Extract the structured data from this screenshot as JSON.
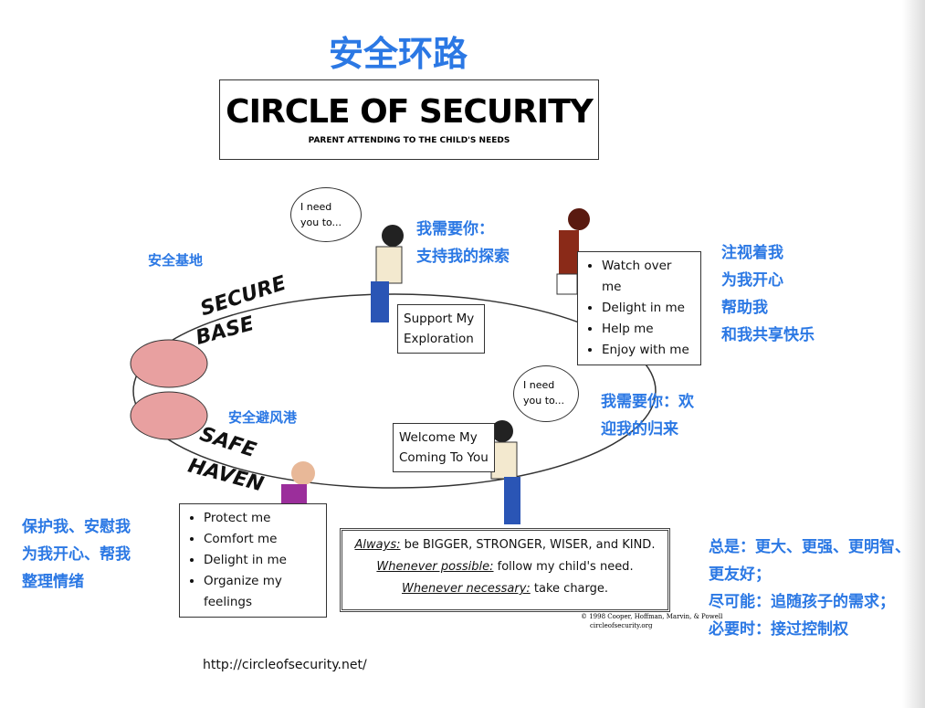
{
  "title_cn": "安全环路",
  "header": {
    "title": "CIRCLE OF SECURITY",
    "subtitle": "PARENT ATTENDING TO THE CHILD'S NEEDS"
  },
  "labels": {
    "secure": "SECURE",
    "base": "BASE",
    "safe": "SAFE",
    "haven": "HAVEN"
  },
  "cn_labels": {
    "secure_base": "安全基地",
    "safe_haven": "安全避风港",
    "need_support": [
      "我需要你：",
      "支持我的探索"
    ],
    "need_welcome": [
      "我需要你：欢",
      "迎我的归来"
    ],
    "top_right": [
      "注视着我",
      "为我开心",
      "帮助我",
      "和我共享快乐"
    ],
    "bottom_left": [
      "保护我、安慰我",
      "为我开心、帮我",
      "整理情绪"
    ],
    "bottom_right": [
      "总是：更大、更强、更明智、",
      "更友好；",
      "尽可能：追随孩子的需求；",
      "必要时：接过控制权"
    ]
  },
  "bubbles": {
    "top": "I need you to...",
    "bottom": "I need you to..."
  },
  "boxes": {
    "support": "Support My Exploration",
    "welcome": "Welcome My Coming To You",
    "top_list": [
      "Watch over me",
      "Delight in me",
      "Help me",
      "Enjoy with me"
    ],
    "bottom_list": [
      "Protect me",
      "Comfort me",
      "Delight in me",
      "Organize my feelings"
    ]
  },
  "always_box": [
    {
      "key": "Always:",
      "rest": " be BIGGER, STRONGER, WISER, and KIND."
    },
    {
      "key": "Whenever possible:",
      "rest": " follow my child's need."
    },
    {
      "key": "Whenever necessary:",
      "rest": " take charge."
    }
  ],
  "copyright": [
    "© 1998 Cooper, Hoffman, Marvin, & Powell",
    "circleofsecurity.org"
  ],
  "url": "http://circleofsecurity.net/"
}
